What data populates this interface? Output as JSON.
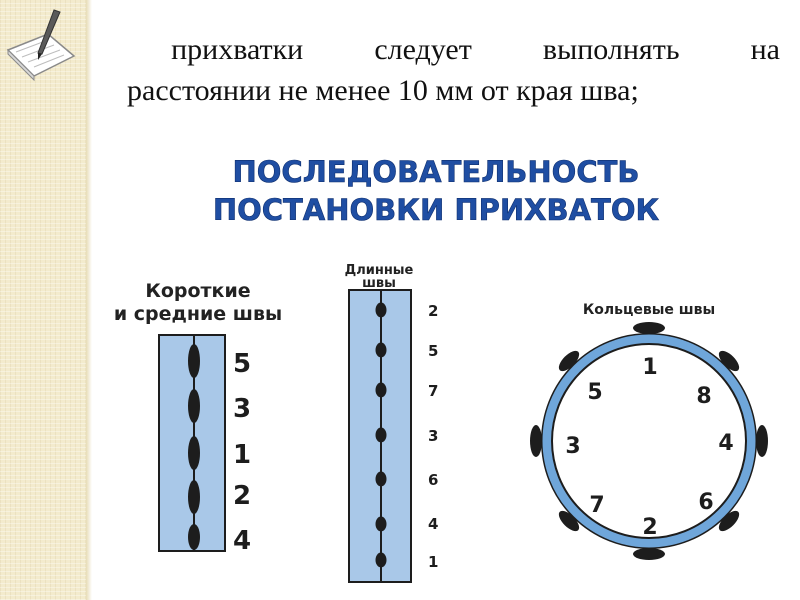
{
  "bullet": {
    "glyph": "",
    "line1_words": [
      "прихватки",
      "следует",
      "выполнять",
      "на"
    ],
    "line2": "расстоянии не менее 10 мм от края шва;"
  },
  "figure": {
    "title_line1": "ПОСЛЕДОВАТЕЛЬНОСТЬ",
    "title_line2": "ПОСТАНОВКИ ПРИХВАТОК",
    "short": {
      "label_line1": "Короткие",
      "label_line2": "и средние швы",
      "numbers": [
        "5",
        "3",
        "1",
        "2",
        "4"
      ]
    },
    "long": {
      "label_line1": "Длинные",
      "label_line2": "швы",
      "numbers": [
        "2",
        "5",
        "7",
        "3",
        "6",
        "4",
        "1"
      ]
    },
    "ring": {
      "label": "Кольцевые швы",
      "numbers": [
        "1",
        "8",
        "4",
        "6",
        "2",
        "7",
        "3",
        "5"
      ]
    }
  },
  "colors": {
    "title_blue": "#1f4ea3",
    "plate_fill": "#a9c8e8",
    "plate_stroke": "#1d1d1d",
    "ring_fill": "#6fa6da",
    "stripe": "#f3ebcd"
  },
  "icons": [
    "notepad-pen-icon"
  ]
}
